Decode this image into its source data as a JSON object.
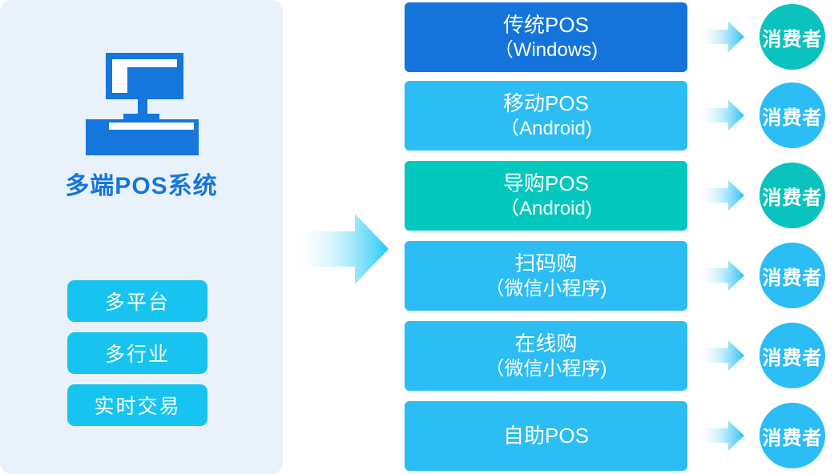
{
  "panel": {
    "title": "多端POS系统",
    "bg_color": "#E9F2FB",
    "accent_color": "#1576DC",
    "tag_color": "#16C4EF",
    "icon": "pos-terminal-icon",
    "tags": [
      {
        "label": "多平台"
      },
      {
        "label": "多行业"
      },
      {
        "label": "实时交易"
      }
    ]
  },
  "arrows": {
    "main_color": "#1FC9F5",
    "small_color": "#27C0F5"
  },
  "rows": [
    {
      "label": "传统POS",
      "sublabel": "（Windows)",
      "box_color": "#1474DC",
      "circle_label": "消费者",
      "circle_color": "#0AC2BE"
    },
    {
      "label": "移动POS",
      "sublabel": "（Android)",
      "box_color": "#2BBDF4",
      "circle_label": "消费者",
      "circle_color": "#2BBDF4"
    },
    {
      "label": "导购POS",
      "sublabel": "（Android)",
      "box_color": "#03C8BD",
      "circle_label": "消费者",
      "circle_color": "#0AC2BE"
    },
    {
      "label": "扫码购",
      "sublabel": "（微信小程序)",
      "box_color": "#2BBDF4",
      "circle_label": "消费者",
      "circle_color": "#2BBDF4"
    },
    {
      "label": "在线购",
      "sublabel": "（微信小程序)",
      "box_color": "#2BBDF4",
      "circle_label": "消费者",
      "circle_color": "#2BBDF4"
    },
    {
      "label": "自助POS",
      "sublabel": "",
      "box_color": "#2BBDF4",
      "circle_label": "消费者",
      "circle_color": "#2BBDF4"
    }
  ]
}
